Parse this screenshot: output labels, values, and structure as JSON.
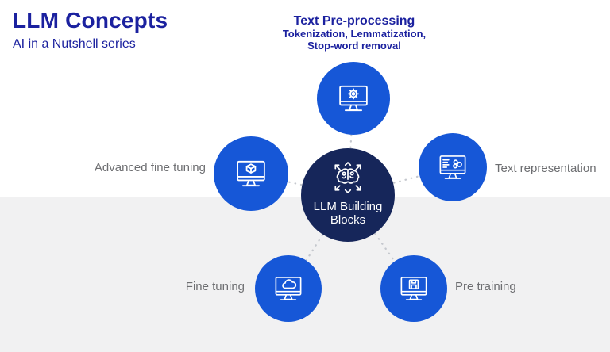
{
  "header": {
    "title": "LLM Concepts",
    "subtitle": "AI in a Nutshell series"
  },
  "top_note": {
    "heading": "Text Pre-processing",
    "line1": "Tokenization, Lemmatization,",
    "line2": "Stop-word removal"
  },
  "hub": {
    "label": "LLM Building Blocks",
    "icon": "brain-expand-icon"
  },
  "nodes": [
    {
      "id": "text-preprocessing",
      "label": "",
      "icon": "monitor-gear-icon",
      "position": "top"
    },
    {
      "id": "text-representation",
      "label": "Text representation",
      "icon": "monitor-molecule-icon",
      "position": "right"
    },
    {
      "id": "pre-training",
      "label": "Pre training",
      "icon": "monitor-save-icon",
      "position": "bottom-right"
    },
    {
      "id": "fine-tuning",
      "label": "Fine tuning",
      "icon": "monitor-cloud-icon",
      "position": "bottom-left"
    },
    {
      "id": "advanced-fine-tuning",
      "label": "Advanced fine tuning",
      "icon": "monitor-cube-icon",
      "position": "left"
    }
  ],
  "colors": {
    "accent_blue": "#1657d7",
    "hub_navy": "#16265a",
    "title_blue": "#1b219f",
    "label_gray": "#6d6e71",
    "band_gray": "#f1f1f2",
    "connector_gray": "#c5c8ce"
  }
}
